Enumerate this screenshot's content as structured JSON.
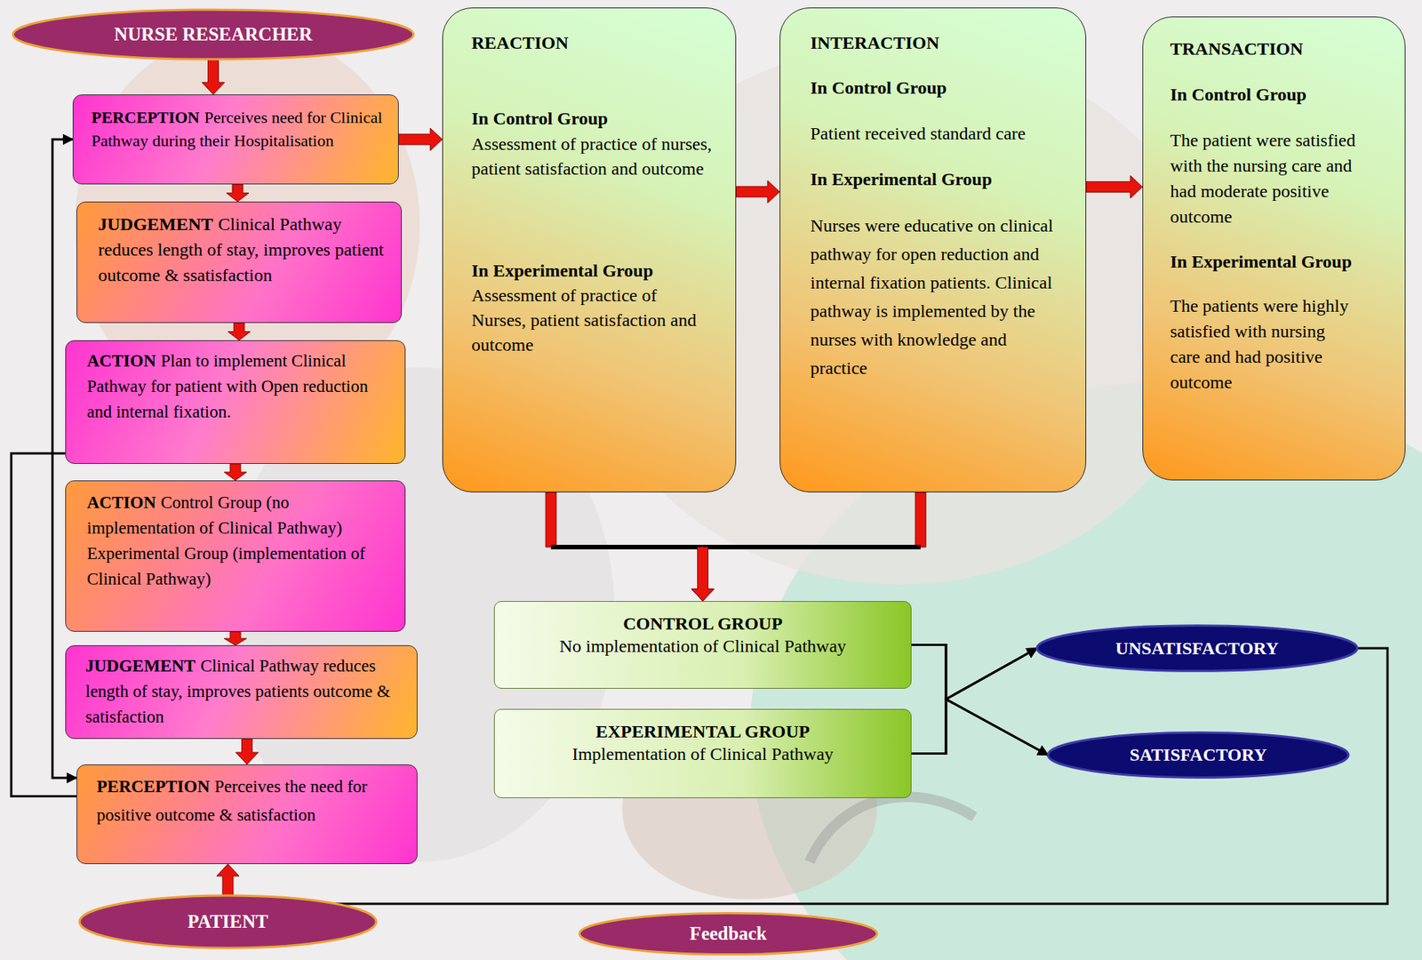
{
  "diagram": {
    "nodes": [
      {
        "text": [
          "NURSE RESEARCHER"
        ]
      },
      {
        "text": [
          "PERCEPTION",
          "Perceives need for Clinical Pathway during their Hospitalisation"
        ]
      },
      {
        "text": [
          "JUDGEMENT",
          "Clinical Pathway reduces length of stay, improves patient outcome & ssatisfaction"
        ]
      },
      {
        "text": [
          "ACTION",
          "Plan to implement Clinical Pathway for patient with Open reduction and internal fixation."
        ]
      },
      {
        "text": [
          "ACTION",
          "Control Group (no implementation of Clinical Pathway) Experimental Group (implementation of Clinical Pathway)"
        ]
      },
      {
        "text": [
          "JUDGEMENT",
          "Clinical Pathway reduces length of stay, improves patients outcome & satisfaction"
        ]
      },
      {
        "text": [
          "PERCEPTION",
          "Perceives the need for positive outcome & satisfaction"
        ]
      },
      {
        "text": [
          "PATIENT"
        ]
      },
      {
        "text": [
          "REACTION",
          "In Control Group",
          "Assessment of practice of nurses, patient satisfaction and outcome",
          "In Experimental Group",
          "Assessment of practice of Nurses, patient satisfaction and outcome"
        ]
      },
      {
        "text": [
          "INTERACTION",
          "In Control Group",
          "Patient received standard care",
          "In Experimental Group",
          "Nurses were educative on clinical pathway for open reduction and internal fixation patients. Clinical pathway is implemented by the nurses with knowledge and practice"
        ]
      },
      {
        "text": [
          "TRANSACTION",
          "In Control Group",
          "The patient were satisfied with the nursing care and had moderate positive outcome",
          "In Experimental Group",
          "The patients were highly satisfied with nursing care and had positive outcome"
        ]
      },
      {
        "text": [
          "CONTROL GROUP",
          "No implementation of Clinical Pathway"
        ]
      },
      {
        "text": [
          "EXPERIMENTAL GROUP",
          "Implementation of Clinical Pathway"
        ]
      },
      {
        "text": [
          "UNSATISFACTORY"
        ]
      },
      {
        "text": [
          "SATISFACTORY"
        ]
      },
      {
        "text": [
          "Feedback"
        ]
      }
    ],
    "edges": [
      {
        "from": 0,
        "to": 1,
        "arrow": "to"
      },
      {
        "from": 1,
        "to": 2,
        "arrow": "to"
      },
      {
        "from": 2,
        "to": 3,
        "arrow": "to"
      },
      {
        "from": 3,
        "to": 4,
        "arrow": "to"
      },
      {
        "from": 4,
        "to": 5,
        "arrow": "to"
      },
      {
        "from": 5,
        "to": 6,
        "arrow": "to"
      },
      {
        "from": 7,
        "to": 6,
        "arrow": "to"
      },
      {
        "from": 1,
        "to": 8,
        "arrow": "to"
      },
      {
        "from": 8,
        "to": 9,
        "arrow": "to"
      },
      {
        "from": 9,
        "to": 10,
        "arrow": "to"
      },
      {
        "from": 8,
        "to": 11,
        "arrow": "to"
      },
      {
        "from": 9,
        "to": 11,
        "arrow": "to"
      },
      {
        "from": 11,
        "to": 13,
        "arrow": "to"
      },
      {
        "from": 11,
        "to": 14,
        "arrow": "to"
      },
      {
        "from": 12,
        "to": 13,
        "arrow": "to"
      },
      {
        "from": 12,
        "to": 14,
        "arrow": "to"
      },
      {
        "from": 1,
        "to": 6,
        "arrow": "both"
      },
      {
        "from": 3,
        "to": 6,
        "arrow": "none"
      },
      {
        "from": 13,
        "to": 7,
        "arrow": "none"
      }
    ]
  }
}
